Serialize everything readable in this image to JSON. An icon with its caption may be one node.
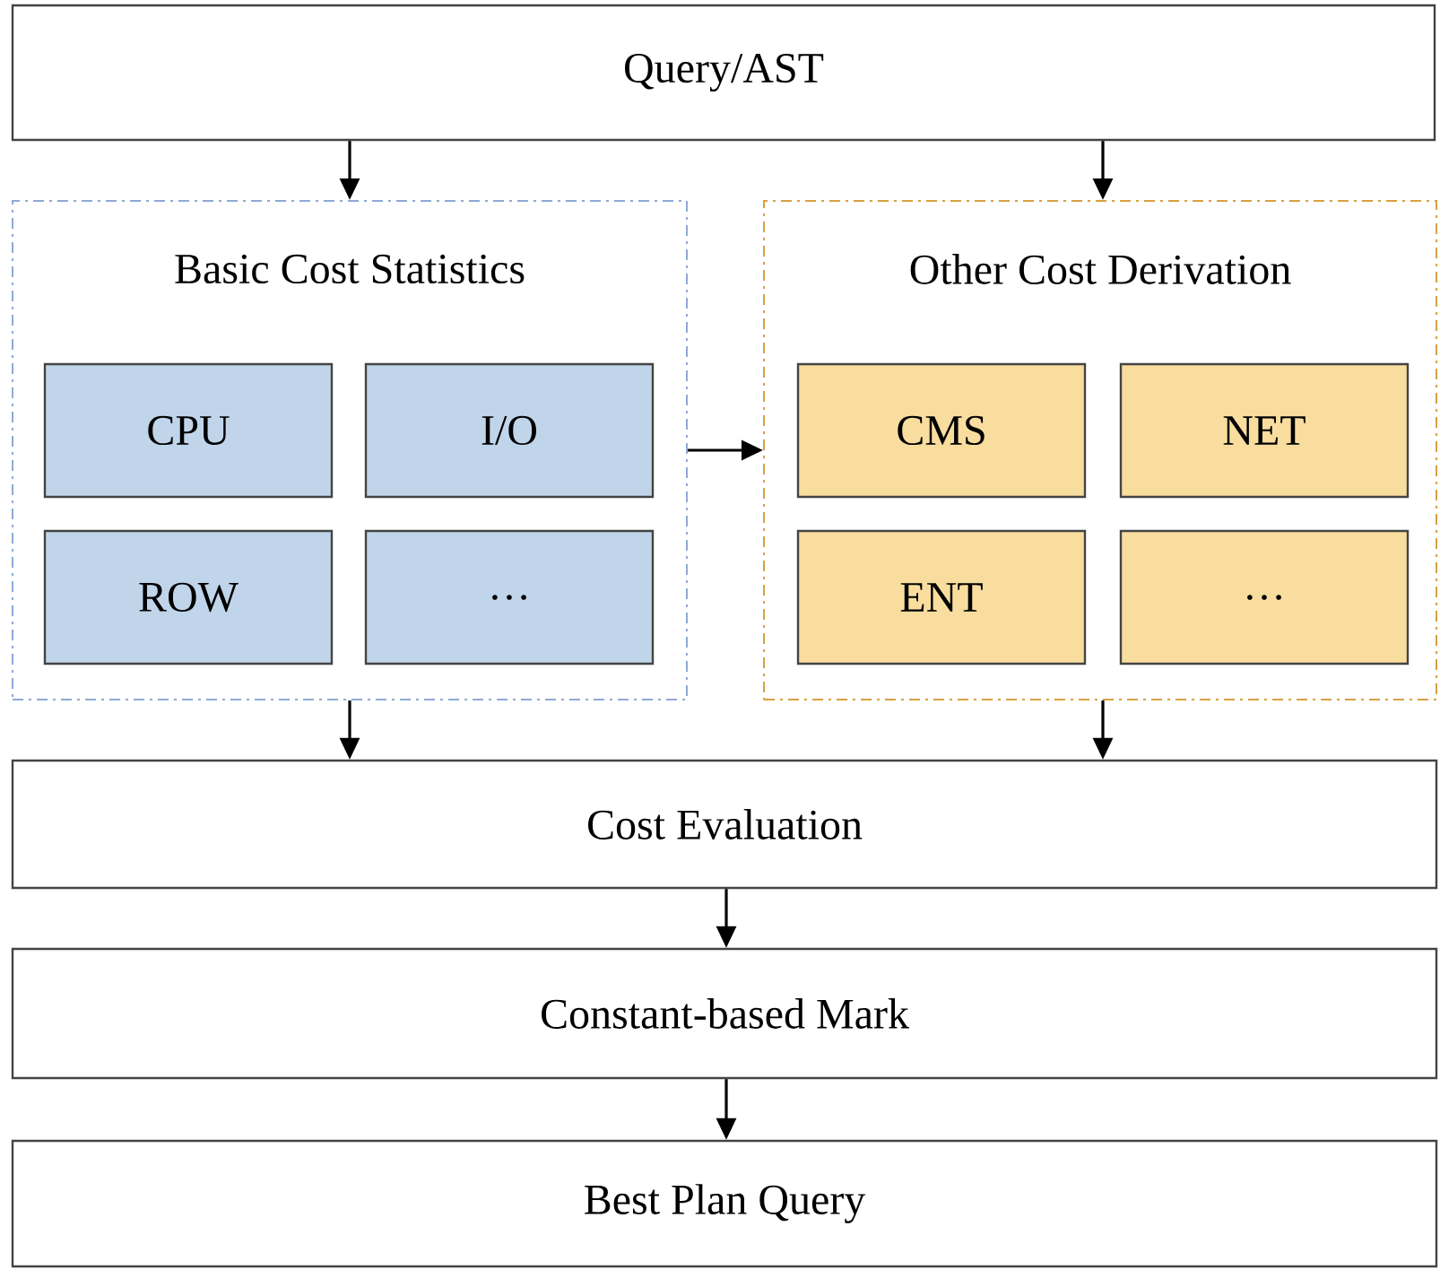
{
  "diagram": {
    "nodes": [
      {
        "text": [
          "Query/AST"
        ]
      },
      {
        "text": [
          "Basic Cost Statistics"
        ]
      },
      {
        "text": [
          "CPU"
        ],
        "in": 1
      },
      {
        "text": [
          "I/O"
        ],
        "in": 1
      },
      {
        "text": [
          "ROW"
        ],
        "in": 1
      },
      {
        "text": [
          "…"
        ],
        "in": 1
      },
      {
        "text": [
          "Other Cost Derivation"
        ]
      },
      {
        "text": [
          "CMS"
        ],
        "in": 6
      },
      {
        "text": [
          "NET"
        ],
        "in": 6
      },
      {
        "text": [
          "ENT"
        ],
        "in": 6
      },
      {
        "text": [
          "…"
        ],
        "in": 6
      },
      {
        "text": [
          "Cost Evaluation"
        ]
      },
      {
        "text": [
          "Constant-based Mark"
        ]
      },
      {
        "text": [
          "Best Plan Query"
        ]
      }
    ],
    "edges": [
      {
        "from": 0,
        "to": 1,
        "arrow": "to"
      },
      {
        "from": 0,
        "to": 6,
        "arrow": "to"
      },
      {
        "from": 1,
        "to": 6,
        "arrow": "to"
      },
      {
        "from": 1,
        "to": 11,
        "arrow": "to"
      },
      {
        "from": 6,
        "to": 11,
        "arrow": "to"
      },
      {
        "from": 11,
        "to": 12,
        "arrow": "to"
      },
      {
        "from": 12,
        "to": 13,
        "arrow": "to"
      }
    ]
  }
}
